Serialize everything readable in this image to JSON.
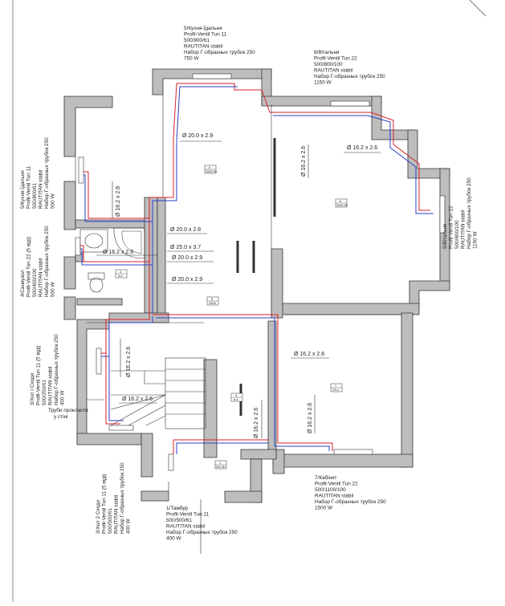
{
  "rooms": [
    {
      "id": "r5",
      "lines": [
        "5/Кухня-Їдальня",
        "Profil-Ventil Tun 11",
        "500/900/61",
        "RAUTITAN stabil",
        "Набор Г-образных трубок 250",
        "750 W"
      ]
    },
    {
      "id": "r6",
      "lines": [
        "6/Вітальня",
        "Profil-Ventil Tun 22",
        "500/800/100",
        "RAUTITAN stabil",
        "Набор Г-образных трубок 250",
        "1150 W"
      ]
    },
    {
      "id": "r5b",
      "lines": [
        "5/Кухня-Їдальня",
        "Profil-Ventil Tun 11",
        "500/800/61",
        "RAUTITAN stabil",
        "Набор Г-образных трубок 250",
        "500 W"
      ]
    },
    {
      "id": "r6b",
      "lines": [
        "6/Вітальня",
        "Profil-Ventil Tun 22",
        "500/800/100",
        "RAUTITAN stabil",
        "Набор Г-образных трубок 250",
        "1150 W"
      ]
    },
    {
      "id": "r4",
      "lines": [
        "4/Санвузол",
        "Profil-Ventil Tun 22 (5 віді)",
        "500/400/100",
        "RAUTITAN stabil",
        "Набор Г-образных трубок 250",
        "500 W"
      ]
    },
    {
      "id": "r3a",
      "lines": [
        "3/Хол і Сходи",
        "Profil-Ventil Tun 11 (5 віді)",
        "500/250/61",
        "RAUTITAN stabil",
        "Набор Г-образных трубок 250",
        "400 W"
      ]
    },
    {
      "id": "r3b",
      "lines": [
        "3/Хол 2 Сходи",
        "Profil-Ventil Tun 11 (5 віді)",
        "500/500/61",
        "RAUTITAN stabil",
        "Набор Г-образных трубок 250",
        "400 W"
      ]
    },
    {
      "id": "r1",
      "lines": [
        "1/Тамбур",
        "Profil-Ventil Tun 11",
        "500/500/61",
        "RAUTITAN stabil",
        "Набор Г-образных трубок 250",
        "400 W"
      ]
    },
    {
      "id": "r7",
      "lines": [
        "7/Кабінет",
        "Profil-Ventil Tun 22",
        "500/1100/100",
        "RAUTITAN stabil",
        "Набор Г-образных трубок 250",
        "1500 W"
      ]
    }
  ],
  "pipes": {
    "p1": "Ø 20.0 x 2.9",
    "p2": "Ø 16.2 x 2.6",
    "p3": "Ø 16.2 x 2.6",
    "p4": "Ø 16.2 x 2.6",
    "p5": "Ø 20.0 x 2.8",
    "p6": "Ø 25.0 x 3.7",
    "p7": "Ø 20.0 x 2.9",
    "p8": "Ø 16.2 x 2.6",
    "p9": "Ø 20.0 x 2.9",
    "p10": "Ø 16.2 x 2.6",
    "p11": "Ø 16.2 x 2.6",
    "p12": "Ø 16.2 x 2.6",
    "p13": "Ø 16.2 x 2.6",
    "p14": "Ø 16.2 x 2.6"
  },
  "note": [
    "Труби прокласти",
    "у стіні"
  ],
  "tags": {
    "t1": [
      "6",
      "2500 Вт"
    ],
    "t2": [
      "6",
      "3500 Вт"
    ],
    "t3": [
      "4",
      "4.5"
    ],
    "t4": [
      "5",
      "2500"
    ],
    "t5": [
      "3",
      "6.4"
    ],
    "t6": [
      "7",
      "23.4"
    ],
    "t7": [
      "1",
      "400 Вт"
    ]
  }
}
